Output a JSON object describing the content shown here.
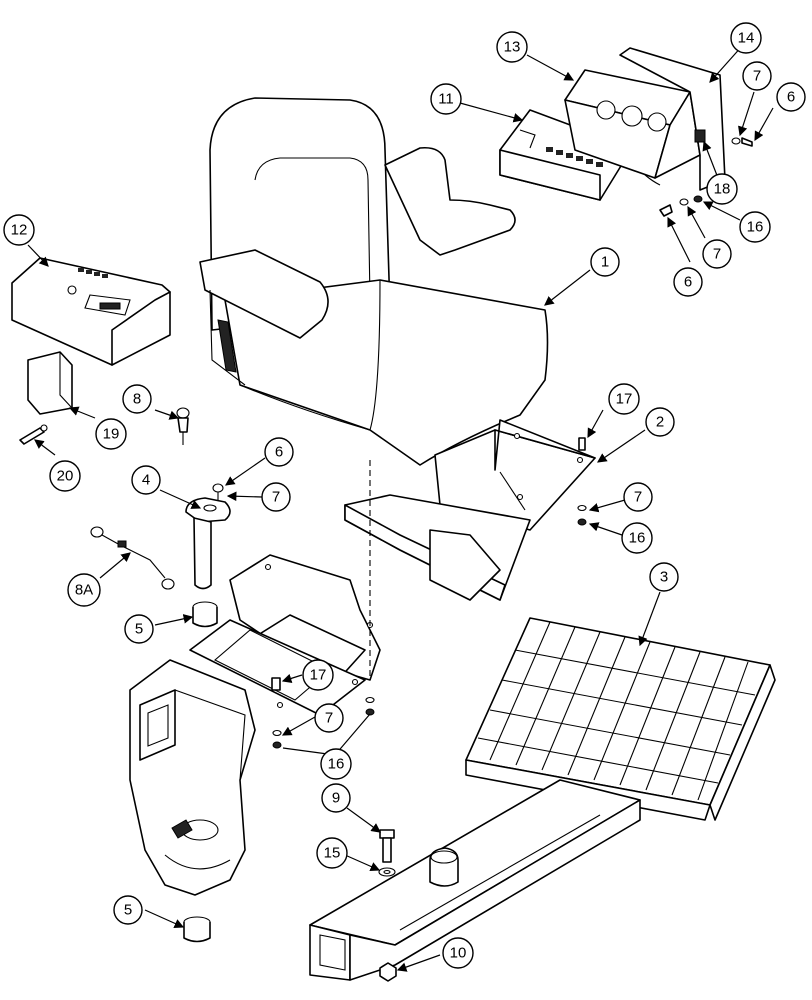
{
  "callouts": [
    {
      "label": "1"
    },
    {
      "label": "2"
    },
    {
      "label": "3"
    },
    {
      "label": "4"
    },
    {
      "label": "5"
    },
    {
      "label": "5"
    },
    {
      "label": "6"
    },
    {
      "label": "6"
    },
    {
      "label": "6"
    },
    {
      "label": "7"
    },
    {
      "label": "7"
    },
    {
      "label": "7"
    },
    {
      "label": "7"
    },
    {
      "label": "7"
    },
    {
      "label": "8"
    },
    {
      "label": "8A"
    },
    {
      "label": "9"
    },
    {
      "label": "10"
    },
    {
      "label": "11"
    },
    {
      "label": "12"
    },
    {
      "label": "13"
    },
    {
      "label": "14"
    },
    {
      "label": "15"
    },
    {
      "label": "16"
    },
    {
      "label": "16"
    },
    {
      "label": "16"
    },
    {
      "label": "17"
    },
    {
      "label": "17"
    },
    {
      "label": "18"
    },
    {
      "label": "19"
    },
    {
      "label": "20"
    }
  ]
}
